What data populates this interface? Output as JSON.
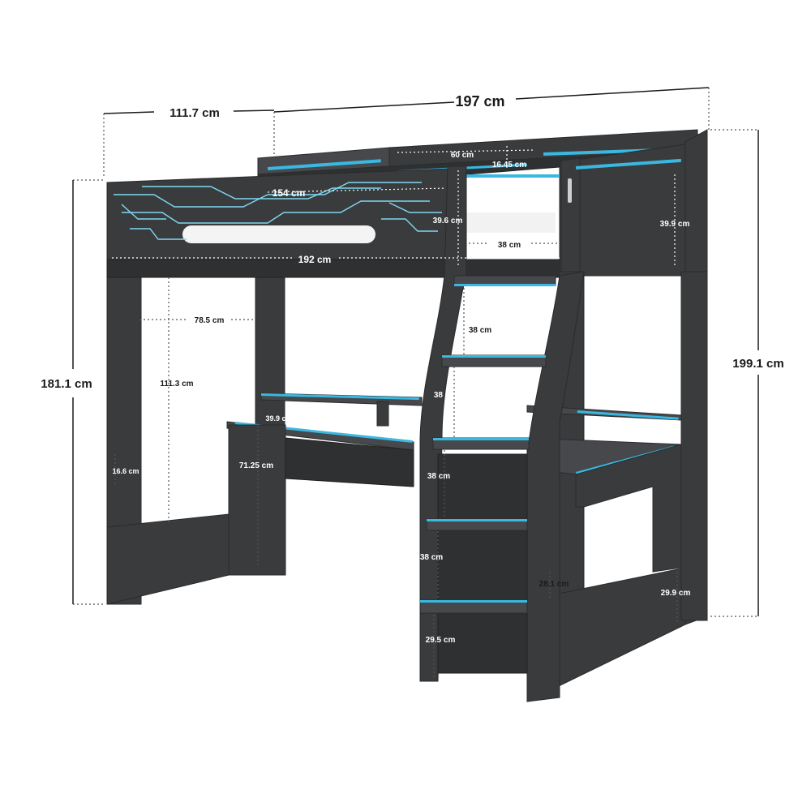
{
  "dimensions": {
    "width_top": "197 cm",
    "depth_left": "111.7 cm",
    "height_left": "181.1 cm",
    "height_right": "199.1 cm",
    "mattress_length": "192 cm",
    "guard_rail_length": "154 cm",
    "shelf_width": "60 cm",
    "shelf_depth": "16.45 cm",
    "rail_height_left": "39.6 cm",
    "rail_height_right": "39.9 cm",
    "ladder_opening": "38 cm",
    "leg_span": "78.5 cm",
    "clearance": "111.3 cm",
    "desk_depth": "39.9 cm",
    "foot_height": "16.6 cm",
    "desk_height": "71.25 cm",
    "step_gap_1": "38 cm",
    "step_gap_2": "38 cm",
    "step_gap_3": "38 cm",
    "step_gap_4": "38 cm",
    "bottom_step": "29.5 cm",
    "right_foot_inner": "28.1 cm",
    "right_foot_outer": "29.9 cm"
  },
  "colors": {
    "frame": "#3a3b3d",
    "accent": "#3ab8e0",
    "background": "#ffffff"
  }
}
